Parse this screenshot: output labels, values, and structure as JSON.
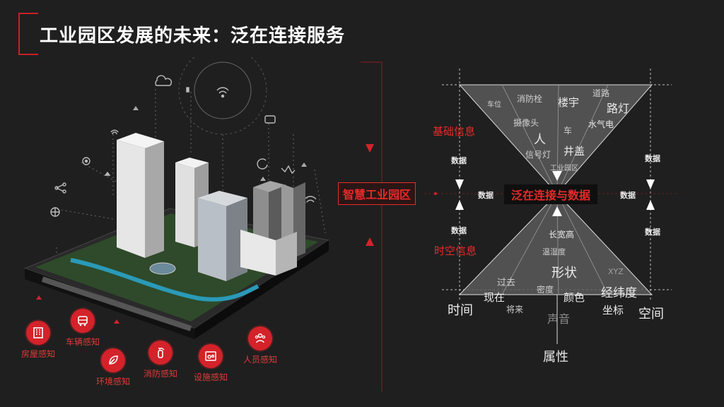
{
  "title": "工业园区发展的未来：泛在连接服务",
  "hub_label": "智慧工业园区",
  "center_label": "泛在连接与数据",
  "section_labels": {
    "basic": "基础信息",
    "spatiotemporal": "时空信息"
  },
  "data_word": "数据",
  "top_terms": [
    "车位",
    "消防栓",
    "楼宇",
    "道路",
    "路灯",
    "摄像头",
    "车",
    "水气电",
    "人",
    "井盖",
    "信号灯",
    "工业园区"
  ],
  "bottom_terms": [
    "长宽高",
    "温湿度",
    "形状",
    "XYZ",
    "过去",
    "密度",
    "经纬度",
    "现在",
    "颜色",
    "将来",
    "坐标",
    "声音"
  ],
  "axis_labels": {
    "time": "时间",
    "space": "空间",
    "attribute": "属性"
  },
  "sensors": [
    {
      "label": "房屋感知",
      "icon": "building-icon"
    },
    {
      "label": "车辆感知",
      "icon": "bus-icon"
    },
    {
      "label": "环境感知",
      "icon": "leaf-icon"
    },
    {
      "label": "消防感知",
      "icon": "fire-extinguisher-icon"
    },
    {
      "label": "设施感知",
      "icon": "facility-icon"
    },
    {
      "label": "人员感知",
      "icon": "people-icon"
    }
  ],
  "colors": {
    "accent": "#d4222a",
    "background": "#1f1f1f"
  }
}
